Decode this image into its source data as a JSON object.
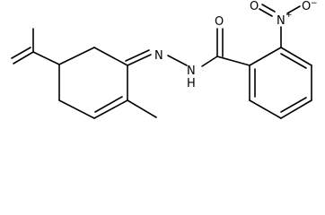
{
  "molecule": {
    "atom_labels": {
      "n_imine": "N",
      "n_amide": "N",
      "h_amide": "H",
      "o_carbonyl": "O",
      "n_nitro": "N",
      "n_nitro_charge": "+",
      "o_nitro_double": "O",
      "o_nitro_single": "O",
      "o_nitro_charge": "−"
    },
    "colors": {
      "bond": "#000000",
      "text": "#000000",
      "background": "#ffffff"
    }
  }
}
